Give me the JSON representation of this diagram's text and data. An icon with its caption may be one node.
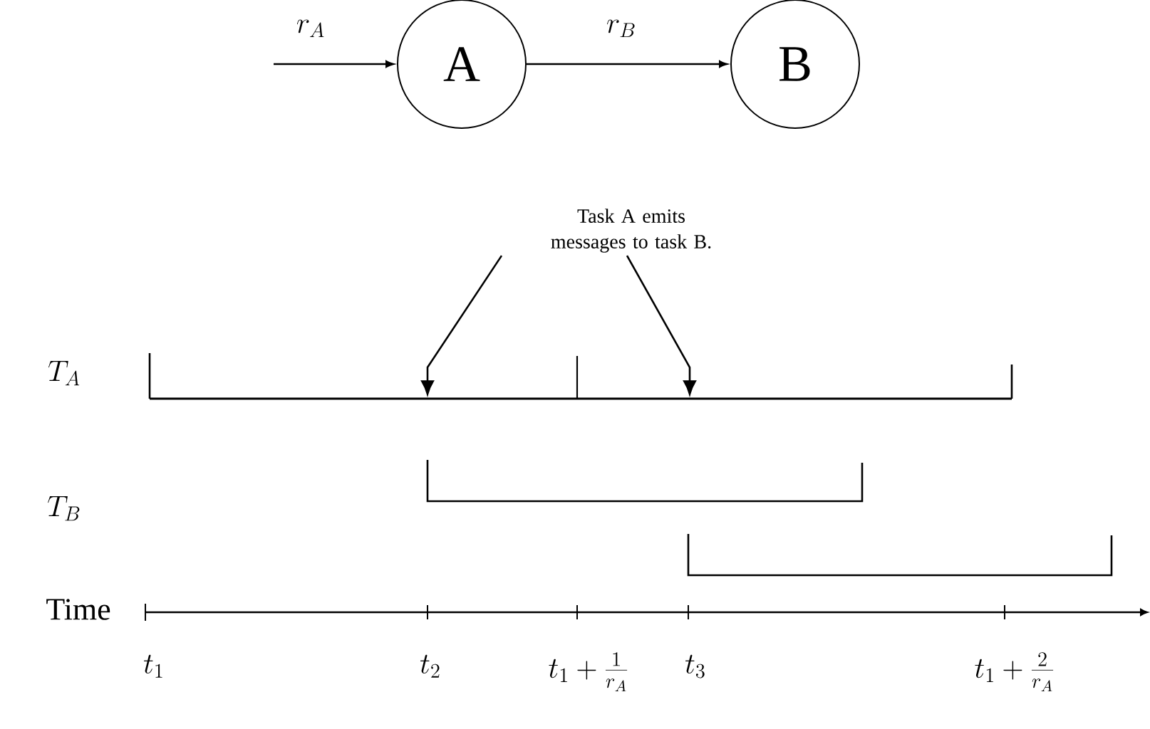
{
  "diagram": {
    "nodes": [
      {
        "text": [
          "A"
        ]
      },
      {
        "text": [
          "B"
        ]
      },
      {
        "text": [
          "Task A emits messages to task B."
        ]
      },
      {
        "text": [],
        "shape": "bar"
      }
    ],
    "edges": [
      {
        "from": null,
        "to": 0,
        "arrow": "to",
        "label": "r_A"
      },
      {
        "from": 0,
        "to": 1,
        "arrow": "to",
        "label": "r_B"
      },
      {
        "from": 2,
        "to": 3,
        "arrow": "to"
      },
      {
        "from": 2,
        "to": 3,
        "arrow": "to"
      }
    ],
    "labels": [
      "T_A",
      "T_B",
      "Time",
      "t_1",
      "t_2",
      "t_1 + \\frac{1}{r_A}",
      "t_3",
      "t_1 + \\frac{2}{r_A}"
    ]
  }
}
